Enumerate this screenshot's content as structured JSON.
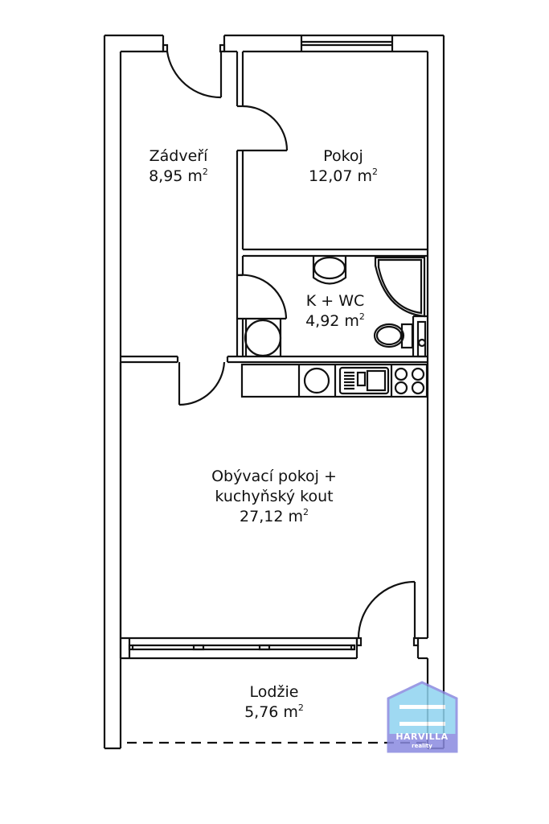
{
  "plan": {
    "rooms": [
      {
        "id": "zadveri",
        "name": "Zádveří",
        "area_value": "8,95 m",
        "area_unit_exp": "2"
      },
      {
        "id": "pokoj",
        "name": "Pokoj",
        "area_value": "12,07 m",
        "area_unit_exp": "2"
      },
      {
        "id": "koupelna_wc",
        "name": "K + WC",
        "area_value": "4,92 m",
        "area_unit_exp": "2"
      },
      {
        "id": "obyvaci",
        "name_line1": "Obývací pokoj +",
        "name_line2": "kuchyňský kout",
        "area_value": "27,12 m",
        "area_unit_exp": "2"
      },
      {
        "id": "lodzie",
        "name": "Lodžie",
        "area_value": "5,76 m",
        "area_unit_exp": "2"
      }
    ],
    "colors": {
      "wall": "#111111",
      "background": "#ffffff",
      "logo_fill": "#8fd3f0",
      "logo_outline": "#8a8ae0"
    }
  },
  "logo": {
    "name": "HARVILLA",
    "subtitle": "reality"
  }
}
